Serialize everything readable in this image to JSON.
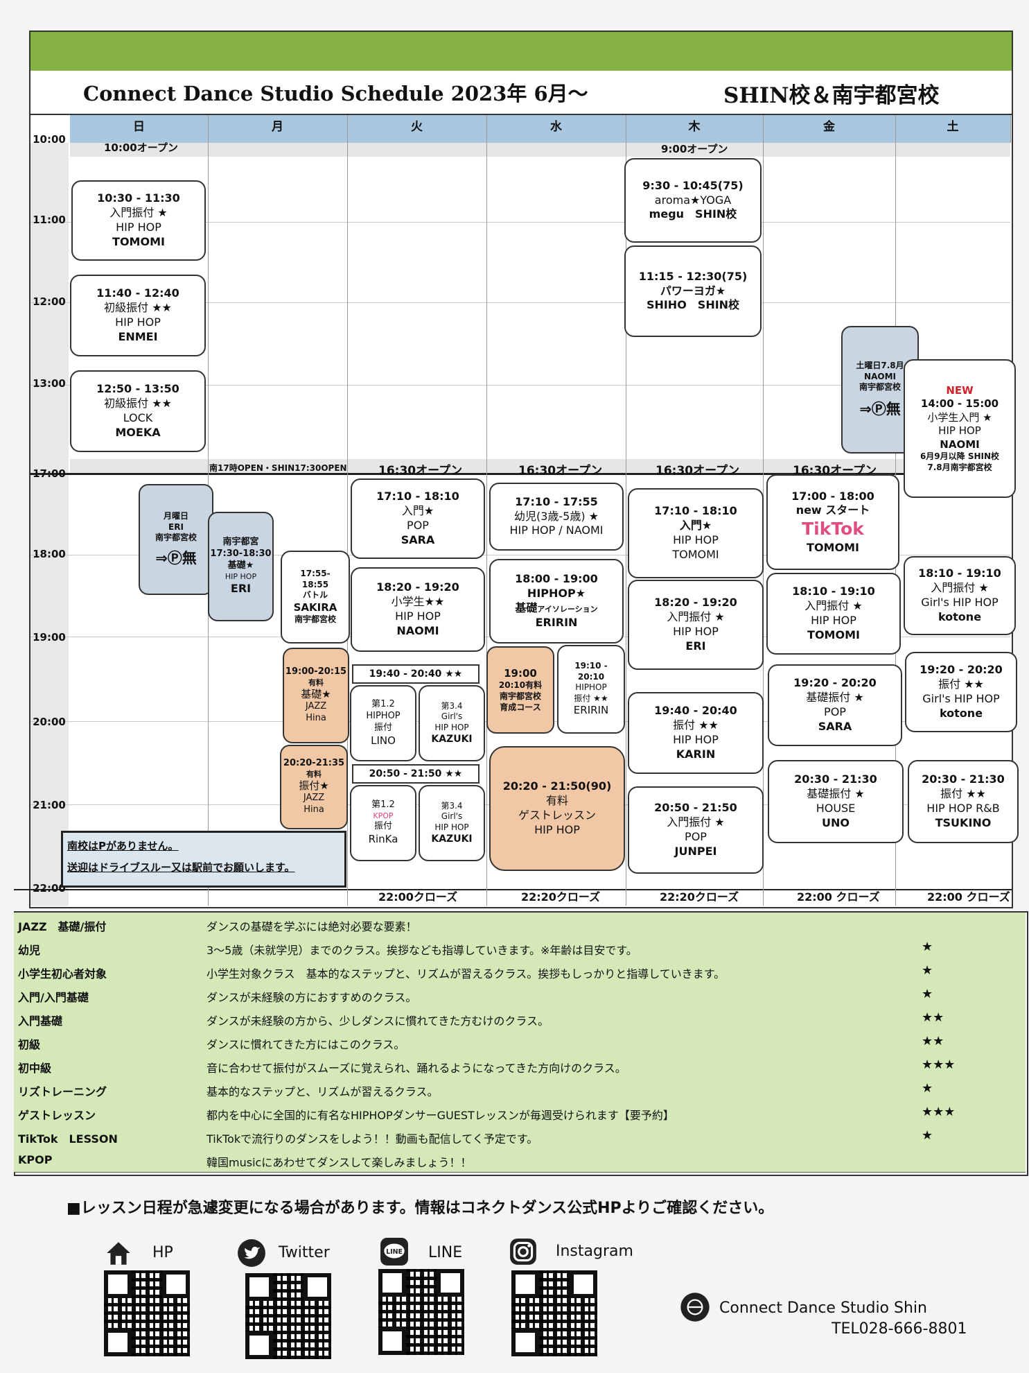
{
  "header": {
    "title": "Connect Dance Studio  Schedule  2023年 6月〜",
    "school": "SHIN校＆南宇都宮校"
  },
  "days": [
    "日",
    "月",
    "火",
    "水",
    "木",
    "金",
    "土"
  ],
  "hours": [
    "10:00",
    "11:00",
    "12:00",
    "13:00",
    "17:00",
    "18:00",
    "19:00",
    "20:00",
    "21:00",
    "22:00"
  ],
  "opens": {
    "sun": "10:00オープン",
    "thu_morning": "9:00オープン",
    "mon": "南17時OPEN・SHIN17:30OPEN",
    "tue": "16:30オープン",
    "wed": "16:30オープン",
    "thu": "16:30オープン",
    "fri": "16:30オープン"
  },
  "closes": {
    "tue": "22:00クローズ",
    "wed": "22:20クローズ",
    "thu": "22:20クローズ",
    "fri": "22:00 クローズ",
    "sat": "22:00 クローズ"
  },
  "sun": [
    {
      "time": "10:30 - 11:30",
      "level": "入門振付 ★",
      "genre": "HIP HOP",
      "teacher": "TOMOMI"
    },
    {
      "time": "11:40 - 12:40",
      "level": "初級振付 ★★",
      "genre": "HIP HOP",
      "teacher": "ENMEI"
    },
    {
      "time": "12:50 - 13:50",
      "level": "初級振付 ★★",
      "genre": "LOCK",
      "teacher": "MOEKA"
    }
  ],
  "mon": {
    "note": {
      "l1": "月曜日",
      "l2": "ERI",
      "l3": "南宇都宮校",
      "l4": "⇒Ⓟ無"
    },
    "eri": {
      "l1": "南宇都宮",
      "time": "17:30-18:30",
      "level": "基礎★",
      "genre": "HIP HOP",
      "teacher": "ERI"
    },
    "sakira": {
      "time": "17:55-18:55",
      "level": "バトル",
      "teacher": "SAKIRA",
      "school": "南宇都宮校"
    },
    "jazz1": {
      "time": "19:00-20:15",
      "suffix": "有料",
      "level": "基礎★",
      "genre": "JAZZ",
      "teacher": "Hina"
    },
    "jazz2": {
      "time": "20:20-21:35",
      "suffix": "有料",
      "level": "振付★",
      "genre": "JAZZ",
      "teacher": "Hina"
    }
  },
  "tue": {
    "c1": {
      "time": "17:10 - 18:10",
      "level": "入門★",
      "genre": "POP",
      "teacher": "SARA"
    },
    "c2": {
      "time": "18:20 - 19:20",
      "level": "小学生★★",
      "genre": "HIP HOP",
      "teacher": "NAOMI"
    },
    "r1": "19:40 - 20:40 ★★",
    "a1": {
      "l1": "第1.2",
      "l2": "HIPHOP",
      "l3": "振付",
      "teacher": "LINO"
    },
    "b1": {
      "l1": "第3.4",
      "l2": "Girl's",
      "l3": "HIP HOP",
      "teacher": "KAZUKI"
    },
    "r2": "20:50 - 21:50 ★★",
    "a2": {
      "l1": "第1.2",
      "l2": "KPOP",
      "l3": "振付",
      "teacher": "RinKa"
    },
    "b2": {
      "l1": "第3.4",
      "l2": "Girl's",
      "l3": "HIP HOP",
      "teacher": "KAZUKI"
    }
  },
  "wed": {
    "c1": {
      "time": "17:10 - 17:55",
      "level": "幼児(3歳-5歳) ★",
      "genre": "HIP HOP / NAOMI"
    },
    "c2": {
      "time": "18:00 - 19:00",
      "level": "HIPHOP★",
      "genre": "基礎",
      "sub": "アイソレーション",
      "teacher": "ERIRIN"
    },
    "c3": {
      "time": "19:00",
      "l2": "20:10有料",
      "l3": "南宇都宮校",
      "l4": "育成コース"
    },
    "c4": {
      "time": "19:10 - 20:10",
      "genre": "HIPHOP",
      "level": "振付 ★★",
      "teacher": "ERIRIN"
    },
    "c5": {
      "time": "20:20 - 21:50(90)",
      "l2": "有料",
      "l3": "ゲストレッスン",
      "genre": "HIP HOP"
    }
  },
  "thu": [
    {
      "time": "9:30 - 10:45(75)",
      "level": "aroma★YOGA",
      "teacher": "megu　SHIN校"
    },
    {
      "time": "11:15 - 12:30(75)",
      "level": "パワーヨガ★",
      "teacher": "SHIHO　SHIN校"
    },
    {
      "time": "17:10 - 18:10",
      "level": "入門★",
      "genre": "HIP HOP",
      "teacher": "TOMOMI"
    },
    {
      "time": "18:20 - 19:20",
      "level": "入門振付 ★",
      "genre": "HIP HOP",
      "teacher": "ERI"
    },
    {
      "time": "19:40 - 20:40",
      "level": "振付 ★★",
      "genre": "HIP HOP",
      "teacher": "KARIN"
    },
    {
      "time": "20:50 - 21:50",
      "level": "入門振付 ★",
      "genre": "POP",
      "teacher": "JUNPEI"
    }
  ],
  "fri": {
    "note": {
      "l1": "土曜日7.8月",
      "l2": "NAOMI",
      "l3": "南宇都宮校",
      "l4": "⇒Ⓟ無"
    },
    "c1": {
      "time": "17:00 - 18:00",
      "level": "new スタート",
      "genre": "TikTok",
      "teacher": "TOMOMI"
    },
    "c2": {
      "time": "18:10 - 19:10",
      "level": "入門振付 ★",
      "genre": "HIP HOP",
      "teacher": "TOMOMI"
    },
    "c3": {
      "time": "19:20 - 20:20",
      "level": "基礎振付 ★",
      "genre": "POP",
      "teacher": "SARA"
    },
    "c4": {
      "time": "20:30 - 21:30",
      "level": "基礎振付 ★",
      "genre": "HOUSE",
      "teacher": "UNO"
    }
  },
  "sat": {
    "c1": {
      "badge": "NEW",
      "time": "14:00 - 15:00",
      "level": "小学生入門 ★",
      "genre": "HIP HOP",
      "teacher": "NAOMI",
      "n1": "6月9月以降 SHIN校",
      "n2": "7.8月南宇都宮校"
    },
    "c2": {
      "time": "18:10 - 19:10",
      "level": "入門振付 ★",
      "genre": "Girl's HIP HOP",
      "teacher": "kotone"
    },
    "c3": {
      "time": "19:20 - 20:20",
      "level": "振付 ★★",
      "genre": "Girl's HIP HOP",
      "teacher": "kotone"
    },
    "c4": {
      "time": "20:30 - 21:30",
      "level": "振付 ★★",
      "genre": "HIP HOP R&B",
      "teacher": "TSUKINO"
    }
  },
  "notice": {
    "l1": "南校はPがありません。",
    "l2": "送迎はドライブスルー又は駅前でお願いします。"
  },
  "legend": [
    {
      "k": "JAZZ　基礎/振付",
      "d": "ダンスの基礎を学ぶには絶対必要な要素！",
      "s": ""
    },
    {
      "k": "幼児",
      "d": "3〜5歳（未就学児）までのクラス。挨拶なども指導していきます。※年齢は目安です。",
      "s": "★"
    },
    {
      "k": "小学生初心者対象",
      "d": "小学生対象クラス　基本的なステップと、リズムが習えるクラス。挨拶もしっかりと指導していきます。",
      "s": "★"
    },
    {
      "k": "入門/入門基礎",
      "d": "ダンスが未経験の方におすすめのクラス。",
      "s": "★"
    },
    {
      "k": "入門基礎",
      "d": "ダンスが未経験の方から、少しダンスに慣れてきた方むけのクラス。",
      "s": "★★"
    },
    {
      "k": "初級",
      "d": "ダンスに慣れてきた方にはこのクラス。",
      "s": "★★"
    },
    {
      "k": "初中級",
      "d": "音に合わせて振付がスムーズに覚えられ、踊れるようになってきた方向けのクラス。",
      "s": "★★★"
    },
    {
      "k": "リズトレーニング",
      "d": "基本的なステップと、リズムが習えるクラス。",
      "s": "★"
    },
    {
      "k": "ゲストレッスン",
      "d": "都内を中心に全国的に有名なHIPHOPダンサーGUESTレッスンが毎週受けられます【要予約】",
      "s": "★★★"
    },
    {
      "k": "TikTok　LESSON",
      "d": "TikTokで流行りのダンスをしよう！！動画も配信してく予定です。",
      "s": "★"
    },
    {
      "k": "KPOP",
      "d": "韓国musicにあわせてダンスして楽しみましょう！！",
      "s": ""
    }
  ],
  "footer": {
    "note": "■レッスン日程が急遽変更になる場合があります。情報はコネクトダンス公式HPよりご確認ください。",
    "links": [
      "HP",
      "Twitter",
      "LINE",
      "Instagram"
    ],
    "studio": "Connect Dance Studio Shin",
    "tel": "TEL028-666-8801"
  }
}
